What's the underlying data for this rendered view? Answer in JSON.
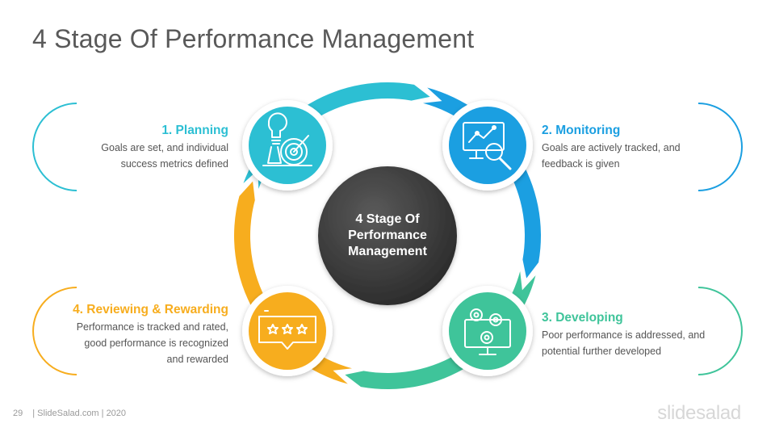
{
  "title": "4 Stage Of Performance Management",
  "center": {
    "line1": "4 Stage Of",
    "line2": "Performance",
    "line3": "Management"
  },
  "stages": [
    {
      "title": "1. Planning",
      "desc_lines": [
        "Goals are set, and individual",
        "success metrics defined"
      ],
      "color": "#2cbfd3",
      "icon": "lightbulb-target-icon"
    },
    {
      "title": "2. Monitoring",
      "desc_lines": [
        "Goals are actively tracked, and",
        "feedback is given"
      ],
      "color": "#1b9fe1",
      "icon": "monitor-magnifier-icon"
    },
    {
      "title": "3. Developing",
      "desc_lines": [
        "Poor performance is addressed, and",
        "potential further developed"
      ],
      "color": "#3fc49a",
      "icon": "monitor-gears-icon"
    },
    {
      "title": "4. Reviewing & Rewarding",
      "desc_lines": [
        "Performance is tracked and rated,",
        "good performance is recognized",
        "and rewarded"
      ],
      "color": "#f7ad1e",
      "icon": "rating-stars-icon"
    }
  ],
  "footer": {
    "page": "29",
    "text": "| SlideSalad.com | 2020"
  },
  "brand": "slidesalad"
}
